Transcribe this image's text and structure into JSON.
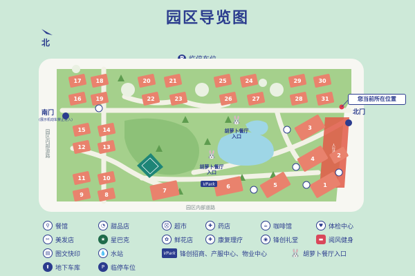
{
  "title": "园区导览图",
  "compass": {
    "label": "北"
  },
  "parking_top": {
    "icon": "parking-icon",
    "badge": "P",
    "label": "临停车位"
  },
  "gates": {
    "south": {
      "label": "南门",
      "note": "(展示机动车禁止进入)"
    },
    "north": {
      "label": "北门"
    }
  },
  "you_are_here": "您当前所在位置",
  "restaurant": "胡萝卜餐厅\n入口",
  "restaurant_line1": "胡萝卜餐厅",
  "restaurant_line2": "入口",
  "roads": {
    "west": "园区内部道路",
    "south": "园区内部道路",
    "east": "人行通道"
  },
  "vpark_label": "VPark",
  "buildings": [
    "1",
    "2",
    "3",
    "4",
    "5",
    "6",
    "7",
    "8",
    "9",
    "10",
    "11",
    "12",
    "13",
    "14",
    "15",
    "16",
    "17",
    "18",
    "19",
    "20",
    "21",
    "22",
    "23",
    "24",
    "25",
    "26",
    "27",
    "28",
    "29",
    "30",
    "31"
  ],
  "legend": [
    {
      "label": "餐馆",
      "icon": "restaurant-icon",
      "glyph": "⚲"
    },
    {
      "label": "甜品店",
      "icon": "dessert-icon",
      "glyph": "◔"
    },
    {
      "label": "超市",
      "icon": "supermarket-icon",
      "glyph": "⛒"
    },
    {
      "label": "药店",
      "icon": "pharmacy-icon",
      "glyph": "✚"
    },
    {
      "label": "咖啡馆",
      "icon": "coffee-icon",
      "glyph": "☕"
    },
    {
      "label": "体检中心",
      "icon": "medical-center-icon",
      "glyph": "♥"
    },
    {
      "label": "美发店",
      "icon": "hair-salon-icon",
      "glyph": "✂"
    },
    {
      "label": "星巴克",
      "icon": "starbucks-icon",
      "glyph": "★"
    },
    {
      "label": "鲜花店",
      "icon": "florist-icon",
      "glyph": "✿"
    },
    {
      "label": "康复理疗",
      "icon": "rehab-icon",
      "glyph": "✚"
    },
    {
      "label": "锋创礼堂",
      "icon": "auditorium-icon",
      "glyph": "◉"
    },
    {
      "label": "阅风健身",
      "icon": "gym-icon",
      "glyph": "▬"
    },
    {
      "label": "图文快印",
      "icon": "print-shop-icon",
      "glyph": "▤"
    },
    {
      "label": "水站",
      "icon": "water-station-icon",
      "glyph": "💧"
    },
    {
      "label": "锋创招商、产服中心、物业中心",
      "icon": "vpark-service-icon",
      "glyph": "VPark"
    },
    {
      "label": "胡萝卜餐厅入口",
      "icon": "rabbit-restaurant-icon",
      "glyph": "🐰"
    },
    {
      "label": "地下车库",
      "icon": "underground-garage-icon",
      "glyph": "⬆"
    },
    {
      "label": "临停车位",
      "icon": "parking-icon",
      "glyph": "P"
    }
  ],
  "colors": {
    "background": "#cde9d8",
    "park": "#a5d08c",
    "road": "#f7f7f2",
    "building": "#e9826d",
    "accent": "#2b3c8e",
    "water": "#9ed6e6",
    "marker": "#e03a4e"
  }
}
